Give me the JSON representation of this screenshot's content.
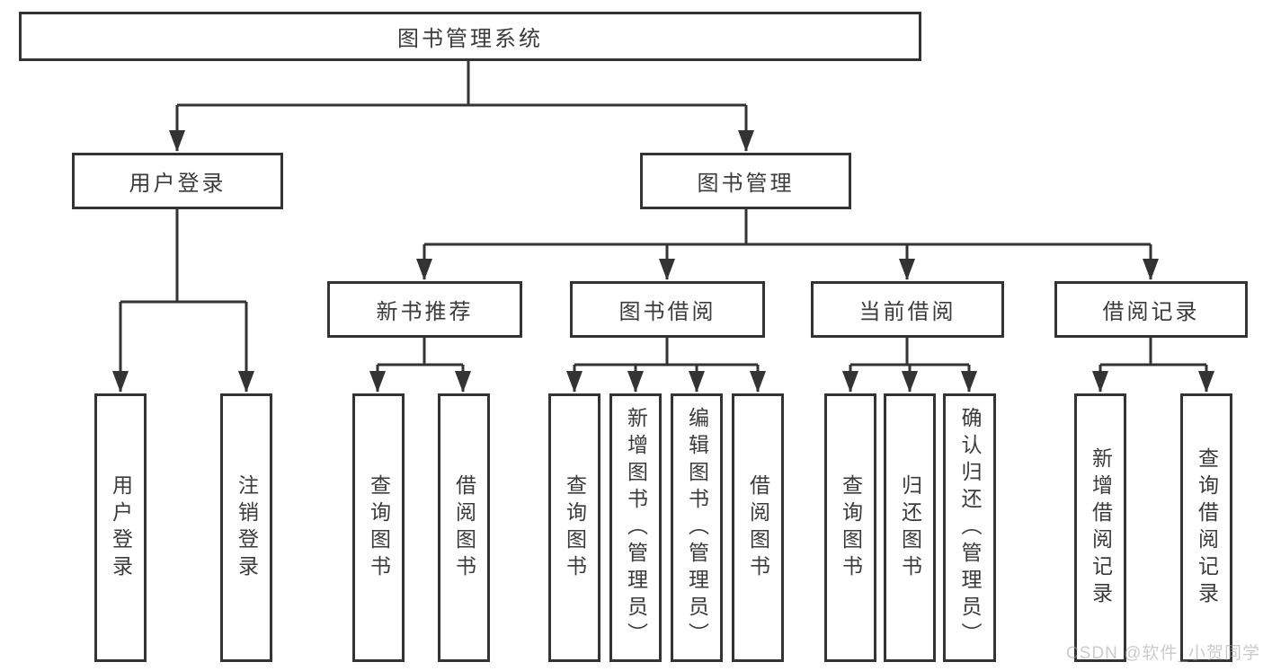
{
  "diagram": {
    "root": {
      "label": "图书管理系统"
    },
    "user_login": {
      "label": "用户登录",
      "children": [
        {
          "label": "用户登录"
        },
        {
          "label": "注销登录"
        }
      ]
    },
    "book_management": {
      "label": "图书管理",
      "modules": [
        {
          "label": "新书推荐",
          "children": [
            {
              "label": "查询图书"
            },
            {
              "label": "借阅图书"
            }
          ]
        },
        {
          "label": "图书借阅",
          "children": [
            {
              "label": "查询图书"
            },
            {
              "label": "新增图书（管理员）"
            },
            {
              "label": "编辑图书（管理员）"
            },
            {
              "label": "借阅图书"
            }
          ]
        },
        {
          "label": "当前借阅",
          "children": [
            {
              "label": "查询图书"
            },
            {
              "label": "归还图书"
            },
            {
              "label": "确认归还（管理员）"
            }
          ]
        },
        {
          "label": "借阅记录",
          "children": [
            {
              "label": "新增借阅记录"
            },
            {
              "label": "查询借阅记录"
            }
          ]
        }
      ]
    },
    "watermark": "CSDN @软件_小贺同学",
    "colors": {
      "line": "#333333",
      "text": "#3b3b3b",
      "background": "#ffffff",
      "watermark": "#a0a0a0"
    }
  }
}
